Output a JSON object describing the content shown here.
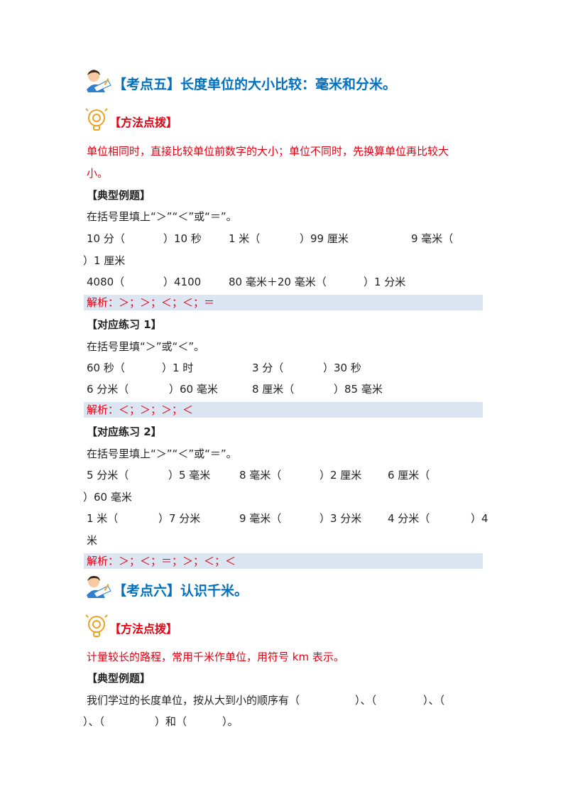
{
  "section5": {
    "title": "【考点五】长度单位的大小比较：毫米和分米。",
    "method_title": "【方法点拨】",
    "method_line1": "单位相同时，直接比较单位前数字的大小；单位不同时，先换算单位再比较大",
    "method_line2": "小。",
    "example_title": "【典型例题】",
    "example_prompt": "在括号里填上“＞”“＜”或“＝”。",
    "ex_r1_a": "10 分（",
    "ex_r1_b": "）10 秒",
    "ex_r1_c": "1 米（",
    "ex_r1_d": "）99 厘米",
    "ex_r1_e": "9 毫米（",
    "ex_r2_a": "）1 厘米",
    "ex_r3_a": "4080（",
    "ex_r3_b": "）4100",
    "ex_r3_c": "80 毫米＋20 毫米（",
    "ex_r3_d": "）1 分米",
    "example_analysis": "解析：＞；＞；＜；＜；＝",
    "practice1_title": "【对应练习 1】",
    "practice1_prompt": "在括号里填“＞”或“＜”。",
    "p1_r1_a": "60 秒（",
    "p1_r1_b": "）1 时",
    "p1_r1_c": "3 分（",
    "p1_r1_d": "）30 秒",
    "p1_r2_a": "6 分米（",
    "p1_r2_b": "）60 毫米",
    "p1_r2_c": "8 厘米（",
    "p1_r2_d": "）85 毫米",
    "practice1_analysis": "解析：＜；＞；＞；＜",
    "practice2_title": "【对应练习 2】",
    "practice2_prompt": "在括号里填上“＞”“＜”或“＝”。",
    "p2_r1_a": "5 分米（",
    "p2_r1_b": "）5 毫米",
    "p2_r1_c": "8 毫米（",
    "p2_r1_d": "）2 厘米",
    "p2_r1_e": "6 厘米（",
    "p2_r2_a": "）60 毫米",
    "p2_r3_a": "1 米（",
    "p2_r3_b": "）7 分米",
    "p2_r3_c": "9 毫米（",
    "p2_r3_d": "）3 分米",
    "p2_r3_e": "4 分米（",
    "p2_r3_f": "）4",
    "p2_r4_a": "米",
    "practice2_analysis": "解析：＞；＜；＝；＞；＜；＜"
  },
  "section6": {
    "title": "【考点六】认识千米。",
    "method_title": "【方法点拨】",
    "method_line1": "计量较长的路程，常用千米作单位，用符号 km 表示。",
    "example_title": "【典型例题】",
    "ex_r1_a": "我们学过的长度单位，按从大到小的顺序有（",
    "ex_r1_b": "）、（",
    "ex_r1_c": "）、（",
    "ex_r2_a": "）、（",
    "ex_r2_b": "）和（",
    "ex_r2_c": "）。"
  },
  "colors": {
    "accent_red": "#e60012",
    "accent_blue": "#0070c0",
    "analysis_bg": "#dce6f2"
  },
  "icons": [
    "student-reading-icon",
    "lightbulb-icon"
  ]
}
